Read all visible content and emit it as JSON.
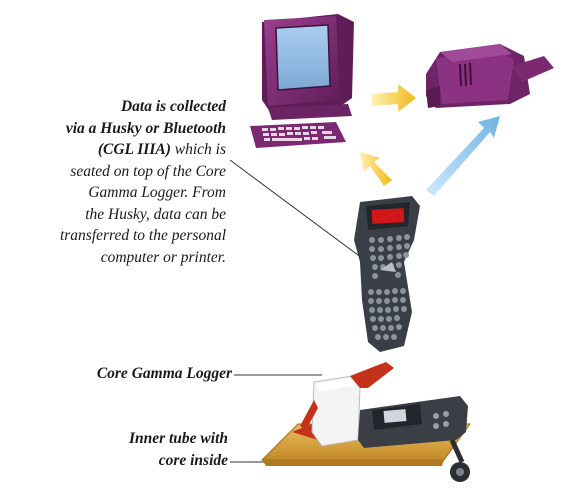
{
  "captions": {
    "main_bold_1": "Data is collected",
    "main_bold_2": "via a Husky or Bluetooth",
    "main_bold_3": "(CGL IIIA)",
    "main_3_rest": " which is",
    "main_4": "seated on top of the Core",
    "main_5": "Gamma Logger. From",
    "main_6": "the Husky, data can be",
    "main_7": "transferred to the personal",
    "main_8": "computer or printer.",
    "logger": "Core Gamma Logger",
    "tube_1": "Inner tube with",
    "tube_2": "core inside"
  },
  "colors": {
    "computer": "#7b2a72",
    "screen": "#8fb8e2",
    "printer": "#7b2a72",
    "arrow_yellow": "#f2c21a",
    "arrow_blue": "#8ec6ea",
    "husky_body": "#3a3f47",
    "husky_display": "#d01818",
    "logger_red": "#c4321c",
    "tube": "#d8a23c"
  },
  "icons": [
    "personal-computer-icon",
    "printer-icon",
    "husky-handheld-icon",
    "core-gamma-logger-icon"
  ]
}
